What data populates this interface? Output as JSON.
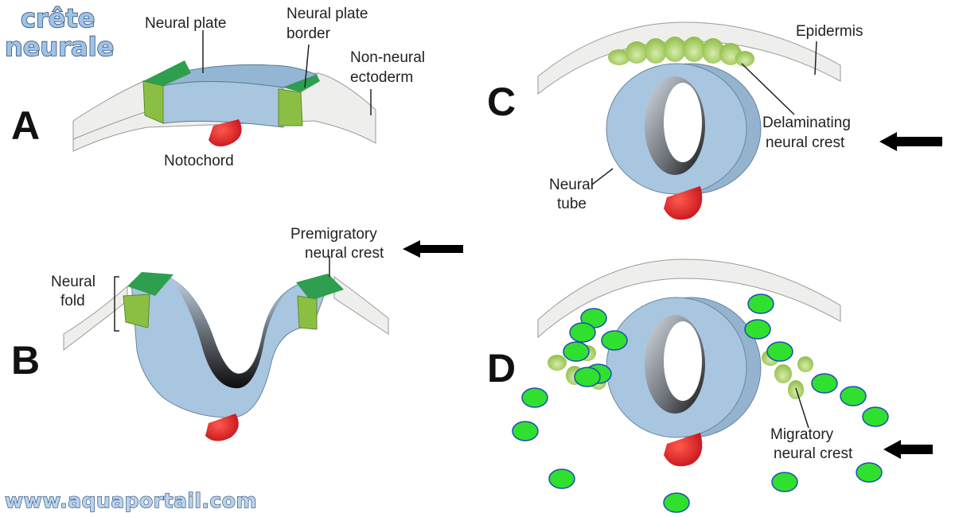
{
  "brand": {
    "line1": "crête",
    "line2": "neurale",
    "website": "www.aquaportail.com"
  },
  "panels": {
    "A": {
      "letter": "A",
      "neural_plate": "Neural plate",
      "neural_plate_border_1": "Neural plate",
      "neural_plate_border_2": "border",
      "non_neural_1": "Non-neural",
      "non_neural_2": "ectoderm",
      "notochord": "Notochord"
    },
    "B": {
      "letter": "B",
      "neural_fold_1": "Neural",
      "neural_fold_2": "fold",
      "premigratory_1": "Premigratory",
      "premigratory_2": "neural crest"
    },
    "C": {
      "letter": "C",
      "epidermis": "Epidermis",
      "delaminating_1": "Delaminating",
      "delaminating_2": "neural crest",
      "neural_tube_1": "Neural",
      "neural_tube_2": "tube"
    },
    "D": {
      "letter": "D",
      "migratory_1": "Migratory",
      "migratory_2": "neural crest"
    }
  },
  "colors": {
    "neural_tissue": "#a9c6e0",
    "border_green": "#2e9e4f",
    "border_light_green": "#8bbf44",
    "ectoderm": "#ececea",
    "notochord": "#e31e24",
    "migratory_cells": "#2fe02f",
    "cell_outline": "#1f4fb0",
    "arrow": "#000000"
  }
}
